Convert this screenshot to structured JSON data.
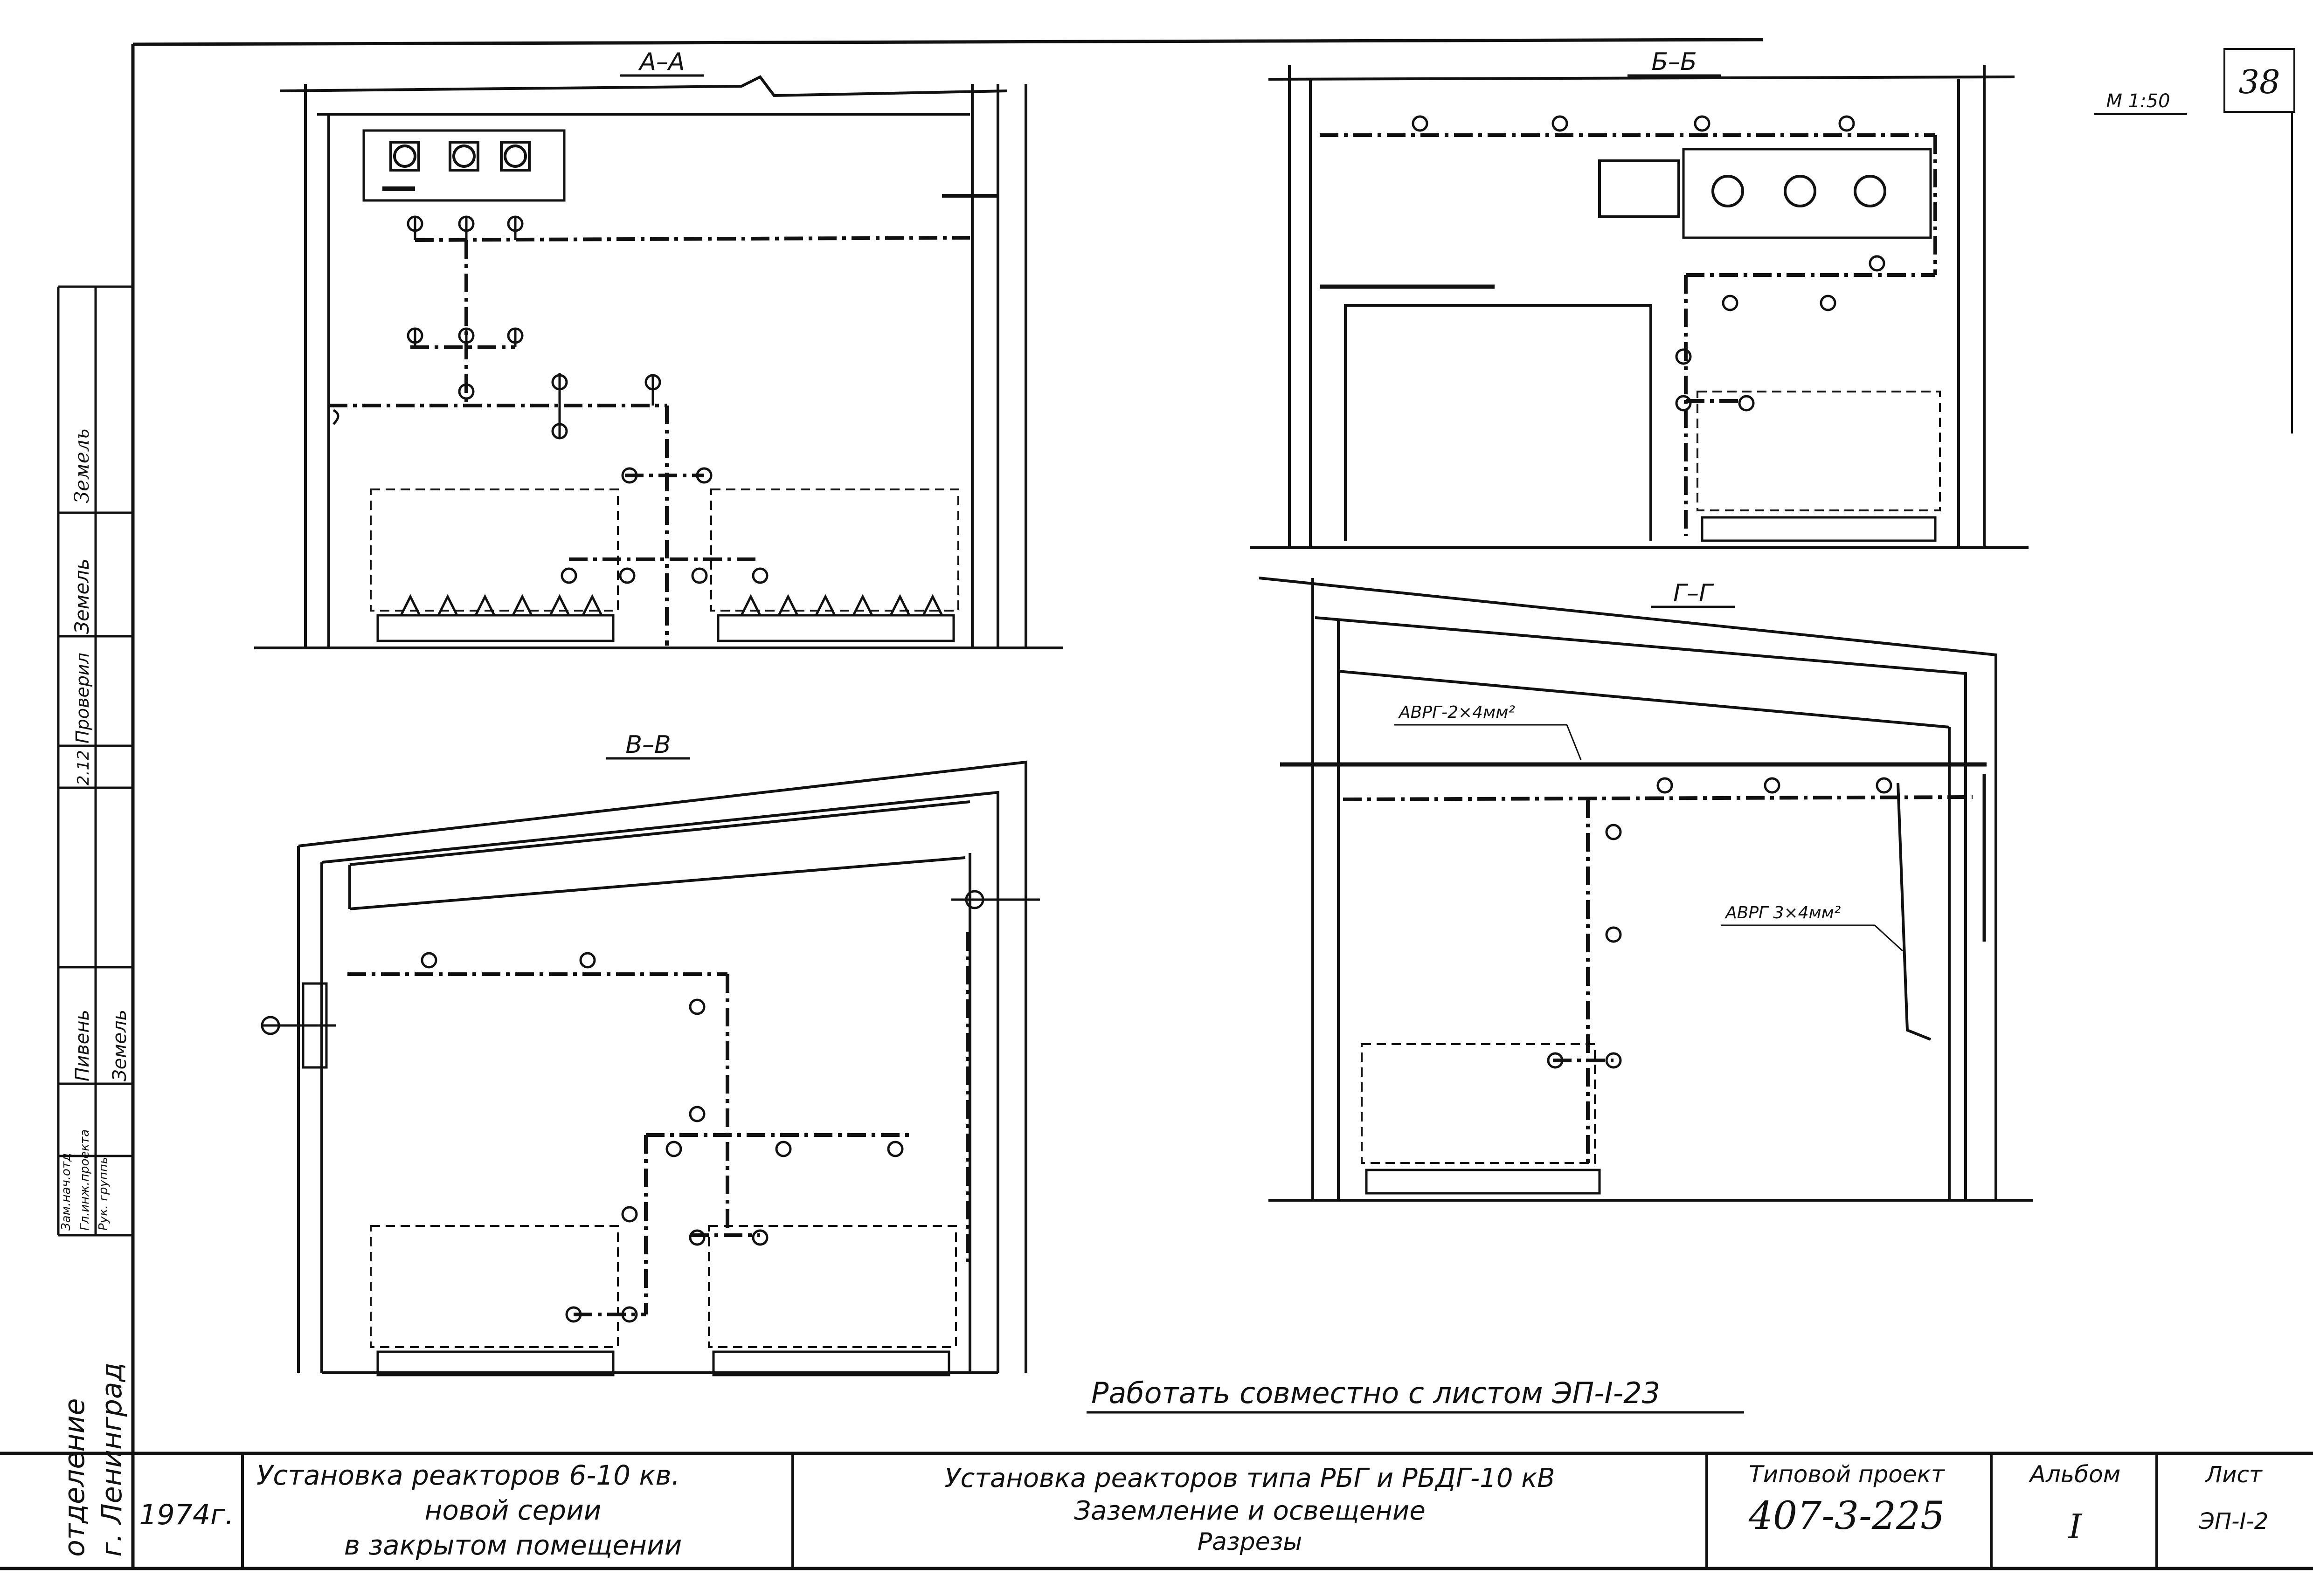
{
  "sections": {
    "aa": "А–А",
    "bb": "Б–Б",
    "vv": "В–В",
    "gg": "Г–Г"
  },
  "scale": "М 1:50",
  "sheet_number": "38",
  "note": "Работать совместно с листом ЭП-I-23",
  "cable_labels": {
    "cable_1": "АВРГ-2×4мм²",
    "cable_2": "АВРГ 3×4мм²"
  },
  "side_stamp": {
    "org_line1": "отделение",
    "org_line2": "г. Ленинград",
    "roles": [
      "Зам.нач.отд",
      "Гл.инж.проекта",
      "Рук. группы",
      "Проверил"
    ],
    "names": [
      "Пивень",
      "Земель",
      "Земель"
    ],
    "signatures": [
      "Земель"
    ],
    "date_mark": "2.12"
  },
  "title_block": {
    "year": "1974г.",
    "object_line1": "Установка реакторов 6-10 кв.",
    "object_line2": "новой серии",
    "object_line3": "в закрытом помещении",
    "title_line1": "Установка реакторов типа РБГ и РБДГ-10 кВ",
    "title_line2": "Заземление и освещение",
    "title_line3": "Разрезы",
    "project_label": "Типовой проект",
    "project_number": "407-3-225",
    "album_label": "Альбом",
    "album_value": "I",
    "sheet_label": "Лист",
    "sheet_value": "ЭП-I-2"
  }
}
